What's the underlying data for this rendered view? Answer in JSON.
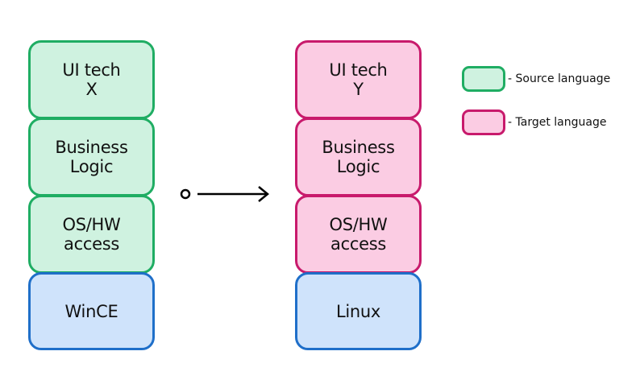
{
  "source_stack": {
    "layers": [
      {
        "label": "UI tech\nX",
        "kind": "source"
      },
      {
        "label": "Business\nLogic",
        "kind": "source"
      },
      {
        "label": "OS/HW\naccess",
        "kind": "source"
      },
      {
        "label": "WinCE",
        "kind": "platform"
      }
    ]
  },
  "target_stack": {
    "layers": [
      {
        "label": "UI tech\nY",
        "kind": "target"
      },
      {
        "label": "Business\nLogic",
        "kind": "target"
      },
      {
        "label": "OS/HW\naccess",
        "kind": "target"
      },
      {
        "label": "Linux",
        "kind": "platform"
      }
    ]
  },
  "arrow": {
    "icon": "arrow-right-icon",
    "origin_icon": "circle-icon"
  },
  "legend": {
    "items": [
      {
        "label": "- Source language",
        "kind": "source"
      },
      {
        "label": "- Target language",
        "kind": "target"
      }
    ]
  },
  "colors": {
    "source_fill": "#cff2e0",
    "source_border": "#1fad63",
    "target_fill": "#fbcce3",
    "target_border": "#c81a6c",
    "platform_fill": "#cfe3fb",
    "platform_border": "#1f6fc9"
  }
}
